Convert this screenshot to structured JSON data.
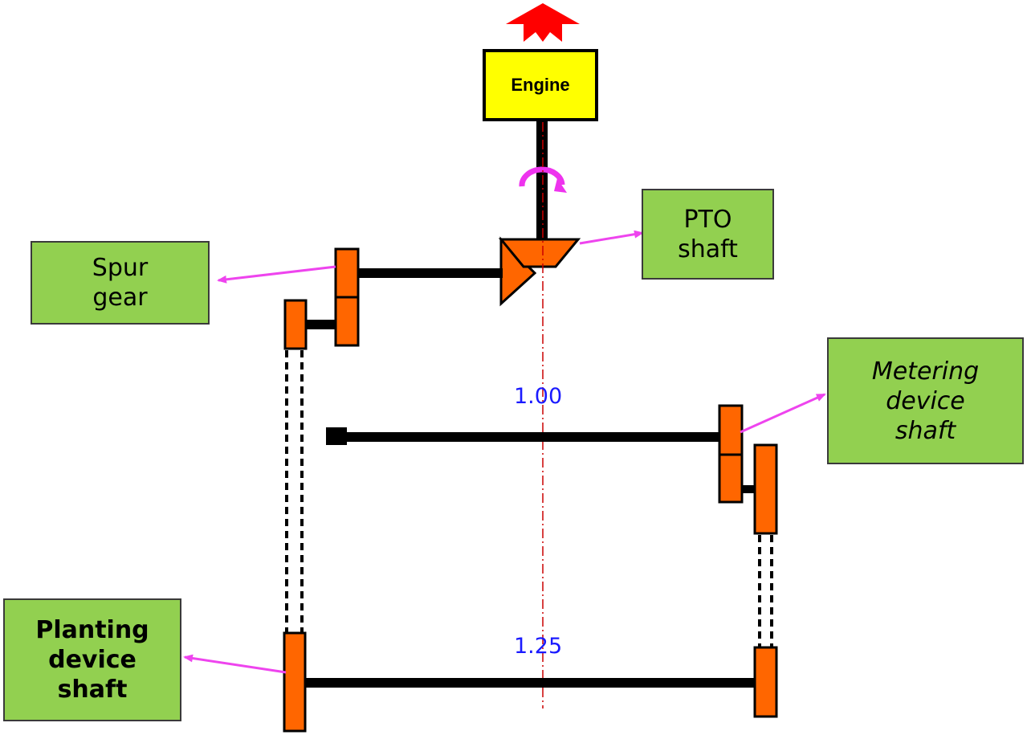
{
  "engine": {
    "label": "Engine"
  },
  "labels": {
    "spur_gear": "Spur\ngear",
    "pto_shaft": "PTO\nshaft",
    "metering_device_shaft": "Metering\ndevice\nshaft",
    "planting_device_shaft": "Planting\ndevice\nshaft"
  },
  "ratios": {
    "metering": "1.00",
    "planting": "1.25"
  },
  "colors": {
    "gear": "#ff6600",
    "engine": "#ffff00",
    "label_box": "#92d050",
    "pointer_arrow": "#ee44ee",
    "direction_arrow": "#ff0000",
    "ratio_text": "#1a1aff",
    "center_line": "#cc0000"
  }
}
